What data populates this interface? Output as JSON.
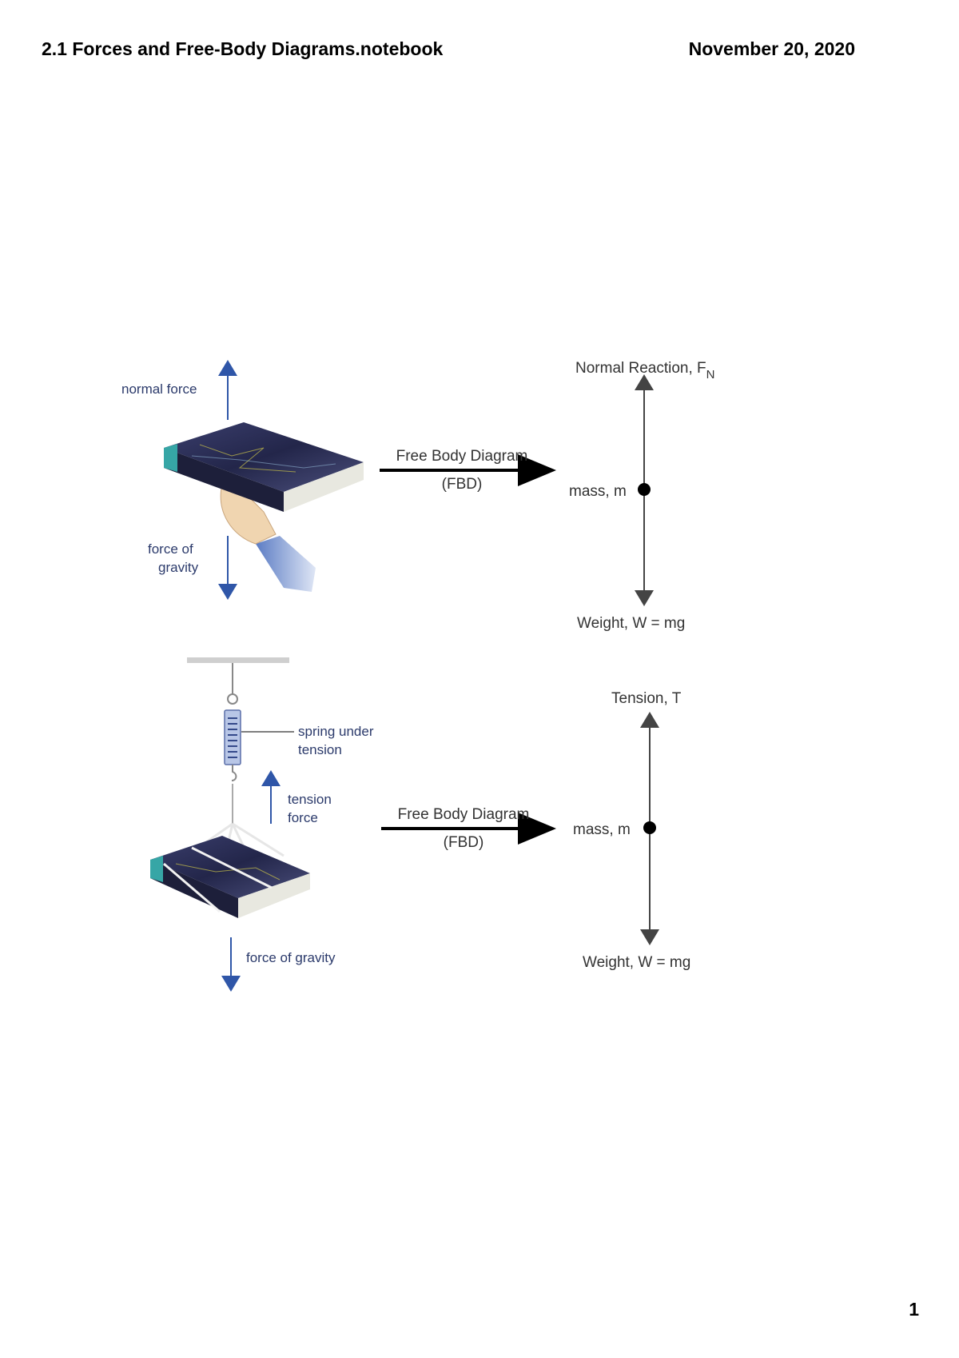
{
  "header": {
    "title": "2.1 Forces and Free-Body Diagrams.notebook",
    "date": "November 20, 2020"
  },
  "footer": {
    "page_number": "1"
  },
  "figure1": {
    "label_normal_force": "normal force",
    "label_gravity_line1": "force of",
    "label_gravity_line2": "gravity",
    "arrow_label_top": "Free Body Diagram",
    "arrow_label_bottom": "(FBD)",
    "fbd_top_label": "Normal Reaction, F",
    "fbd_top_subscript": "N",
    "fbd_mass_label": "mass, m",
    "fbd_bottom_label": "Weight, W = mg"
  },
  "figure2": {
    "label_spring_line1": "spring under",
    "label_spring_line2": "tension",
    "label_tension_line1": "tension",
    "label_tension_line2": "force",
    "label_gravity": "force of gravity",
    "arrow_label_top": "Free Body Diagram",
    "arrow_label_bottom": "(FBD)",
    "fbd_top_label": "Tension, T",
    "fbd_mass_label": "mass, m",
    "fbd_bottom_label": "Weight, W = mg"
  }
}
